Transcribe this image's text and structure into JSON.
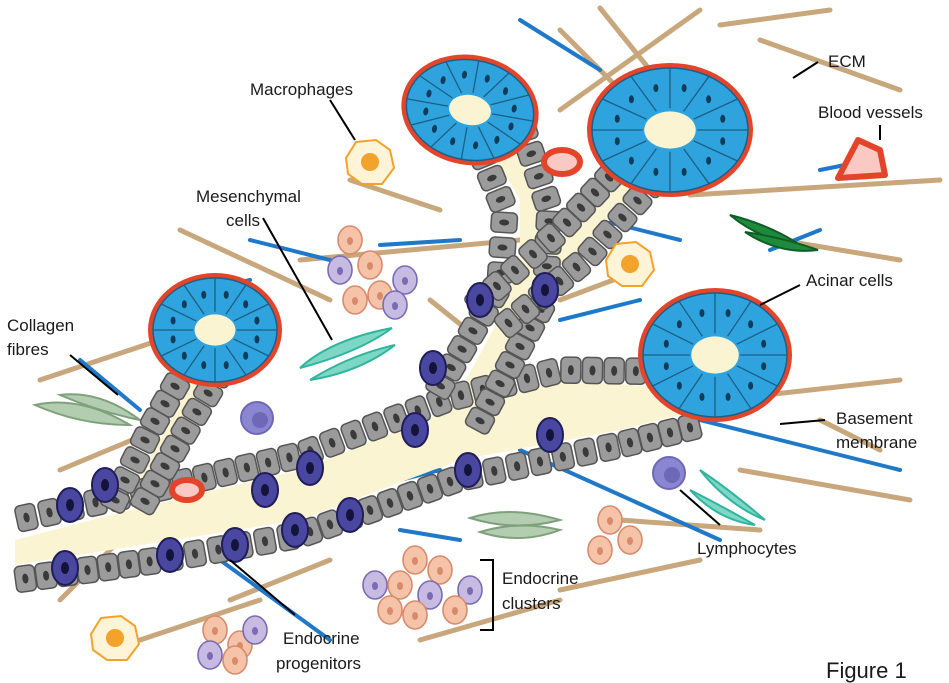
{
  "labels": {
    "ecm": "ECM",
    "macrophages": "Macrophages",
    "blood_vessels": "Blood vessels",
    "mesenchymal_1": "Mesenchymal",
    "mesenchymal_2": "cells",
    "acinar": "Acinar cells",
    "collagen_1": "Collagen",
    "collagen_2": "fibres",
    "basement_1": "Basement",
    "basement_2": "membrane",
    "lymphocytes": "Lymphocytes",
    "endocrine_clusters_1": "Endocrine",
    "endocrine_clusters_2": "clusters",
    "endocrine_progenitors_1": "Endocrine",
    "endocrine_progenitors_2": "progenitors"
  },
  "figure_label": "Figure 1",
  "colors": {
    "acinar": "#2ea3dd",
    "basement": "#e4452a",
    "duct_cell": "#9b9b9b",
    "lumen": "#fbf4d2",
    "progenitor": "#3b3a8c",
    "ecm": "#c9a77c",
    "collagen": "#1f78c8",
    "macrophage": "#f3a22b",
    "endocrine": "#f5c3a8",
    "endocrine_purple": "#c8bbe2",
    "mesenchymal": "#2fb59f",
    "green_cell": "#1e8a3c",
    "pale_green": "#9bb89a",
    "lymphocyte": "#8a86cf"
  }
}
